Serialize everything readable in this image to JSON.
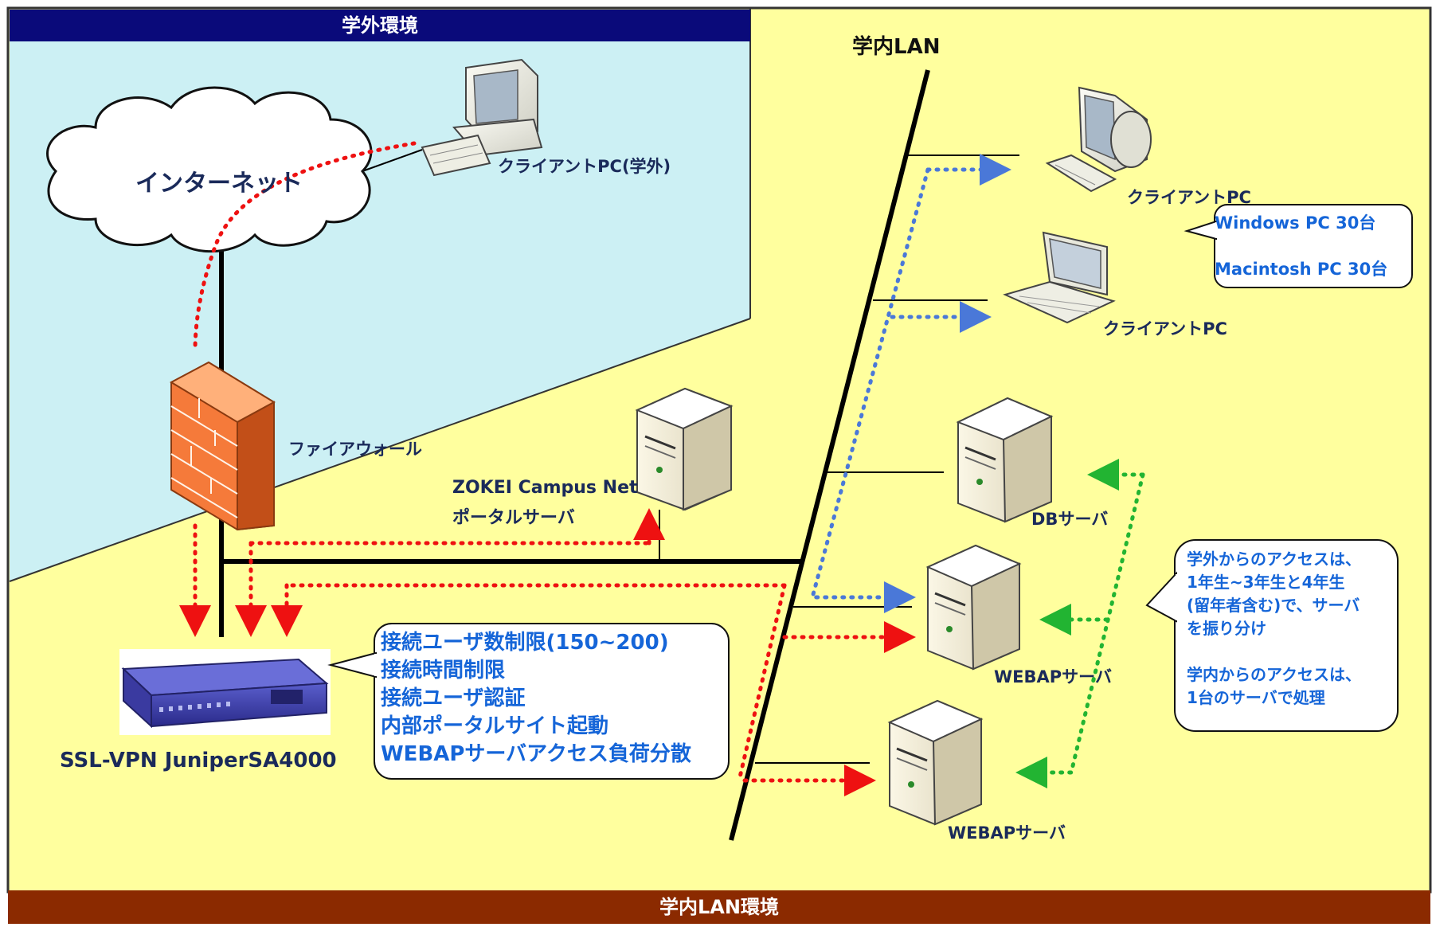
{
  "header_outside": "学外環境",
  "footer": "学内LAN環境",
  "lan_title": "学内LAN",
  "internet_label": "インターネット",
  "client_outside": "クライアントPC(学外)",
  "firewall_label": "ファイアウォール",
  "portal_label": [
    "ZOKEI Campus Net",
    "ポータルサーバ"
  ],
  "sslvpn_label": "SSL-VPN JuniperSA4000",
  "client_pc_1": "クライアントPC",
  "client_pc_2": "クライアントPC",
  "db_label": "DBサーバ",
  "webap_1": "WEBAPサーバ",
  "webap_2": "WEBAPサーバ",
  "pc_callout": [
    "Windows PC 30台",
    "Macintosh PC 30台"
  ],
  "vpn_callout": [
    "接続ユーザ数制限(150~200)",
    "接続時間制限",
    "接続ユーザ認証",
    "内部ポータルサイト起動",
    "WEBAPサーバアクセス負荷分散"
  ],
  "access_callout": [
    "学外からのアクセスは、",
    "1年生~3年生と4年生",
    "(留年者含む)で、サーバ",
    "を振り分け",
    "",
    "学内からのアクセスは、",
    "1台のサーバで処理"
  ],
  "colors": {
    "outside_bg": "#ccf0f4",
    "inside_bg": "#ffff9e",
    "header_bg": "#0a0a7a",
    "footer_bg": "#8b2a00",
    "red_path": "#ee1111",
    "blue_path": "#4a78d8",
    "green_path": "#22b432",
    "firewall": "#f57a3a",
    "callout_text": "#1565d8"
  }
}
